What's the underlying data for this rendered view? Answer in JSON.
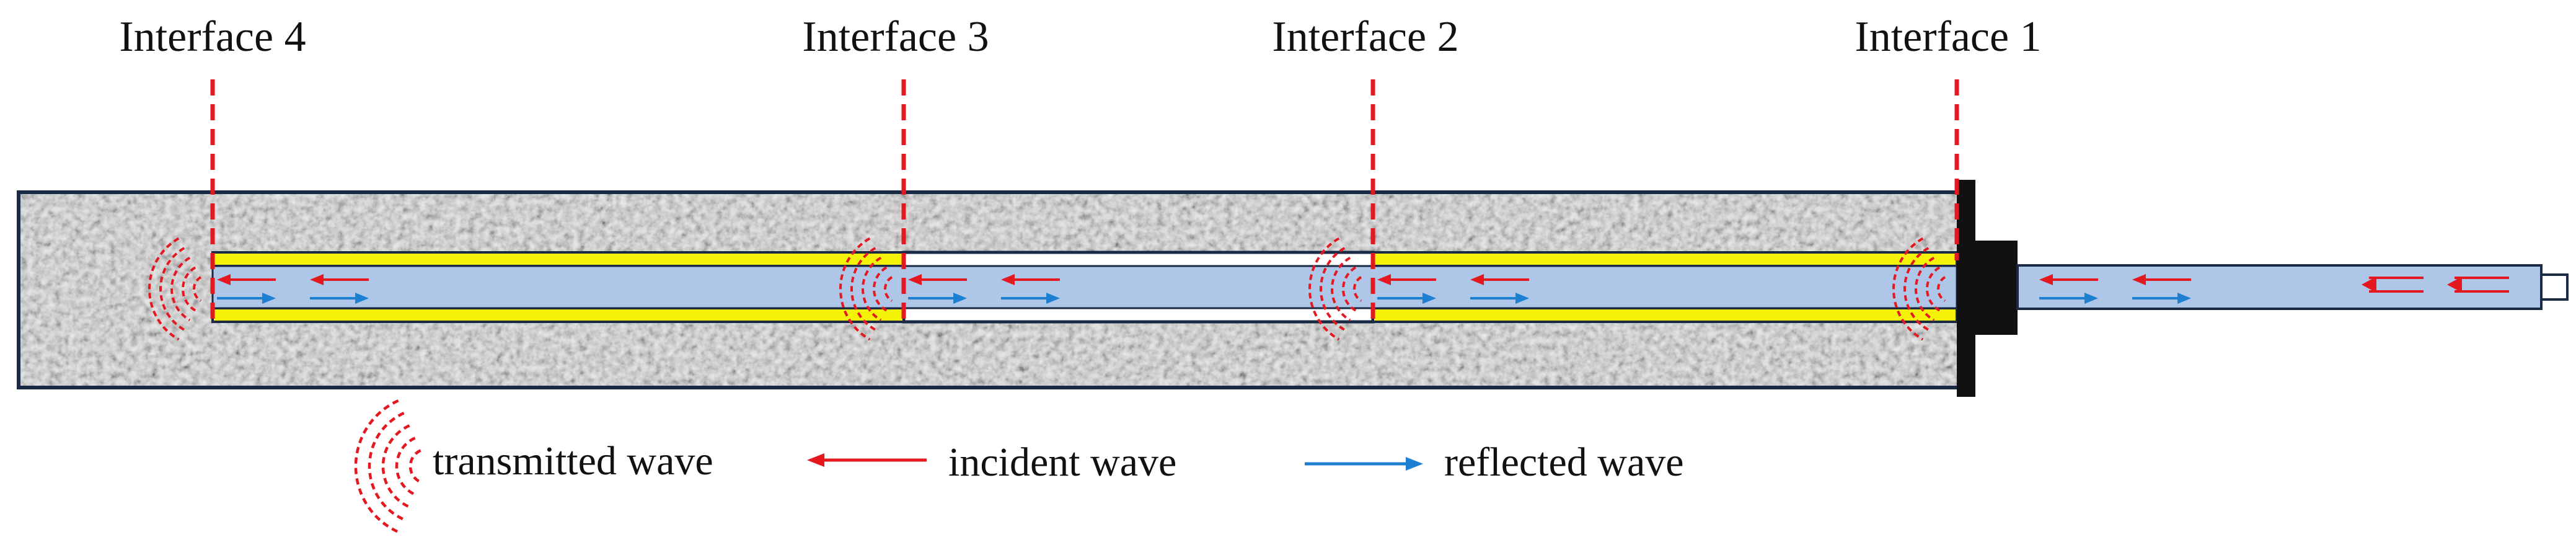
{
  "interfaces": [
    {
      "label": "Interface 4"
    },
    {
      "label": "Interface 3"
    },
    {
      "label": "Interface 2"
    },
    {
      "label": "Interface 1"
    }
  ],
  "legend": {
    "transmitted": "transmitted wave",
    "incident": "incident wave",
    "reflected": "reflected wave"
  },
  "colors": {
    "interface_line": "#e4181e",
    "incident_arrow": "#e4181e",
    "reflected_arrow": "#1d7fd0",
    "transmitted_wave": "#e4181e",
    "bar_fill": "#aec6e8",
    "bonding_layer": "#f5f20a",
    "outline": "#1a2a44",
    "anchor_plate": "#111111",
    "concrete_base": "#c9c9c9"
  },
  "icons": {
    "transmitted": "wave-arcs-icon",
    "incident": "arrow-left-icon",
    "reflected": "arrow-right-icon"
  }
}
